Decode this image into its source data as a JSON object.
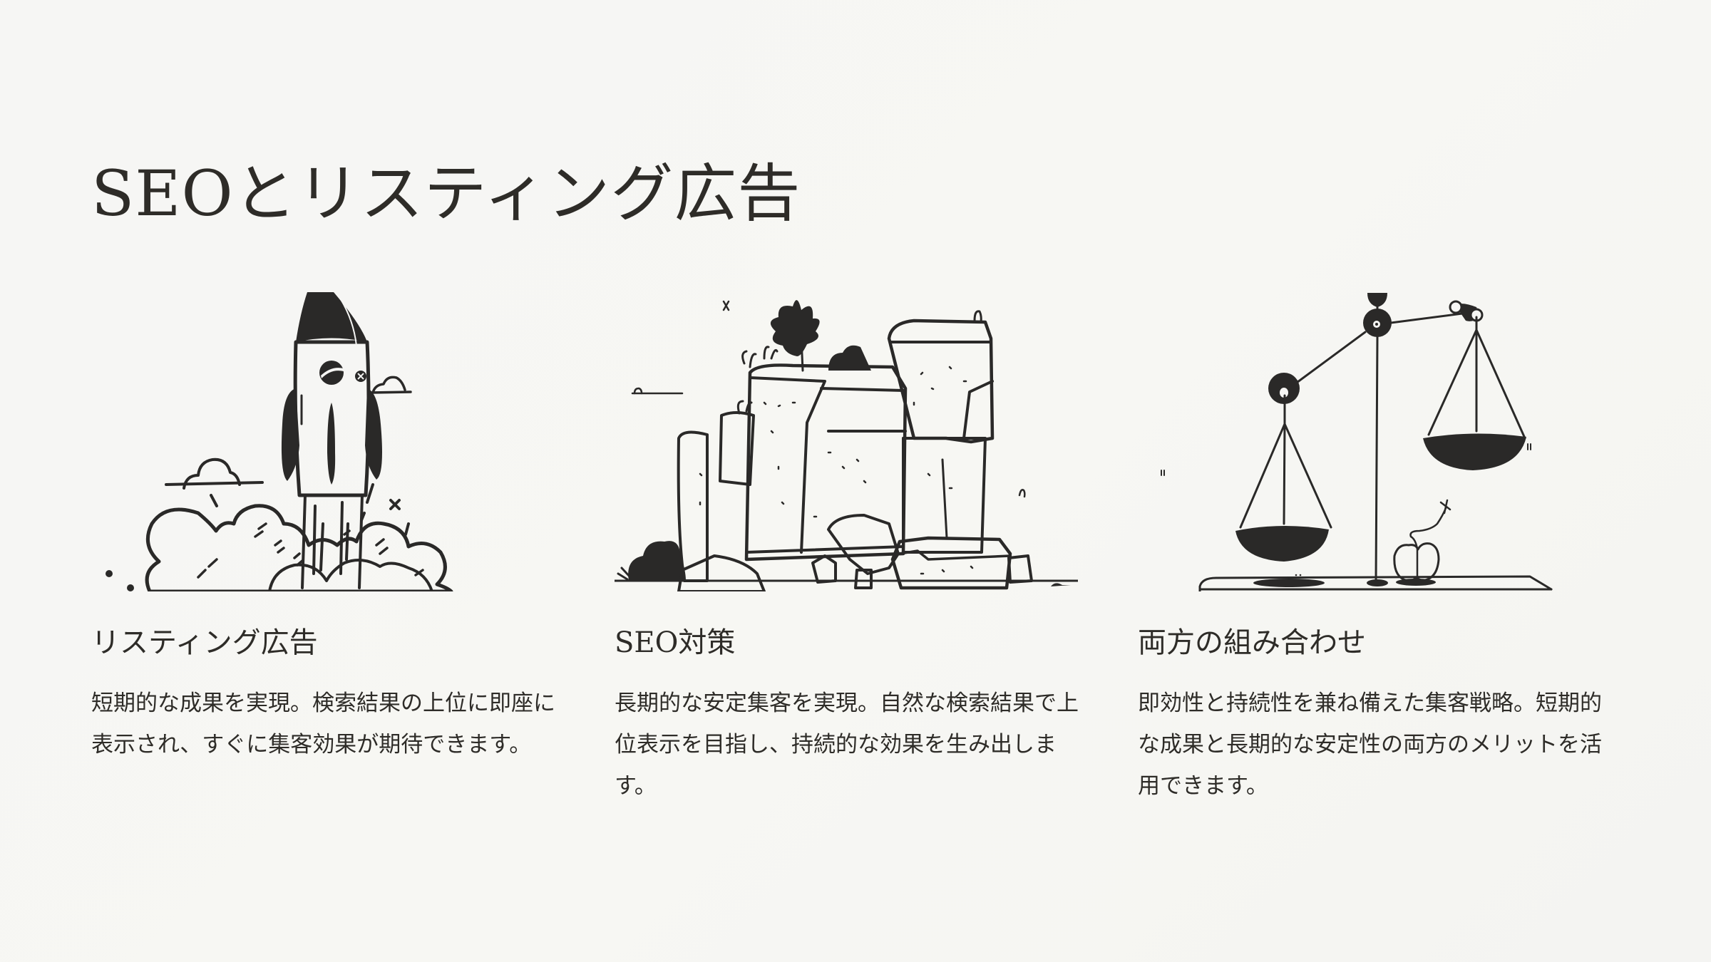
{
  "slide": {
    "title": "SEOとリスティング広告",
    "background_color": "#F6F6F4",
    "text_color": "#2E2C28"
  },
  "columns": [
    {
      "title": "リスティング広告",
      "body": "短期的な成果を実現。検索結果の上位に即座に表示され、すぐに集客効果が期待できます。",
      "illustration": "rocket-launch-icon"
    },
    {
      "title": "SEO対策",
      "body": "長期的な安定集客を実現。自然な検索結果で上位表示を目指し、持続的な効果を生み出します。",
      "illustration": "stone-blocks-icon"
    },
    {
      "title": "両方の組み合わせ",
      "body": "即効性と持続性を兼ね備えた集客戦略。短期的な成果と長期的な安定性の両方のメリットを活用できます。",
      "illustration": "balance-scale-icon"
    }
  ]
}
